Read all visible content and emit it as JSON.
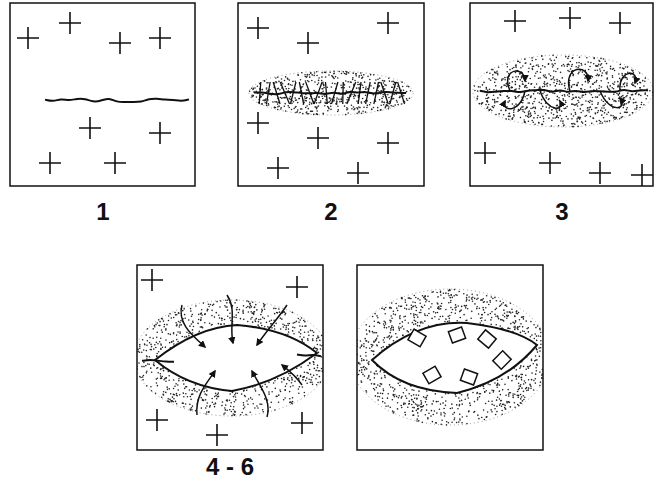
{
  "diagram": {
    "labels": [
      "1",
      "2",
      "3",
      "4 - 6"
    ]
  }
}
